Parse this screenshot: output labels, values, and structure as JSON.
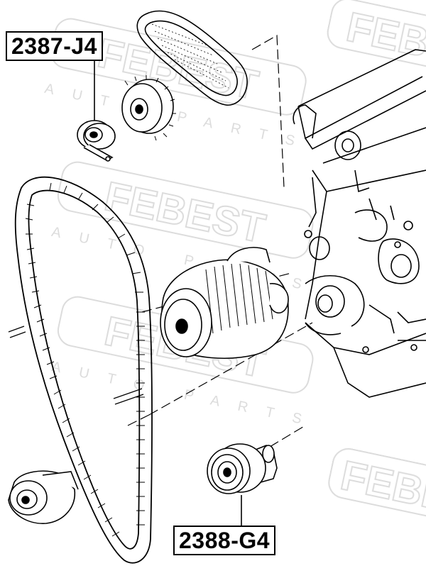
{
  "labels": {
    "top_part_number": "2387-J4",
    "bottom_part_number": "2388-G4"
  },
  "watermark": {
    "brand": "FEBEST",
    "sub": "AUTO PARTS"
  },
  "colors": {
    "line": "#000000",
    "background": "#ffffff",
    "watermark": "#dcdcdc"
  }
}
